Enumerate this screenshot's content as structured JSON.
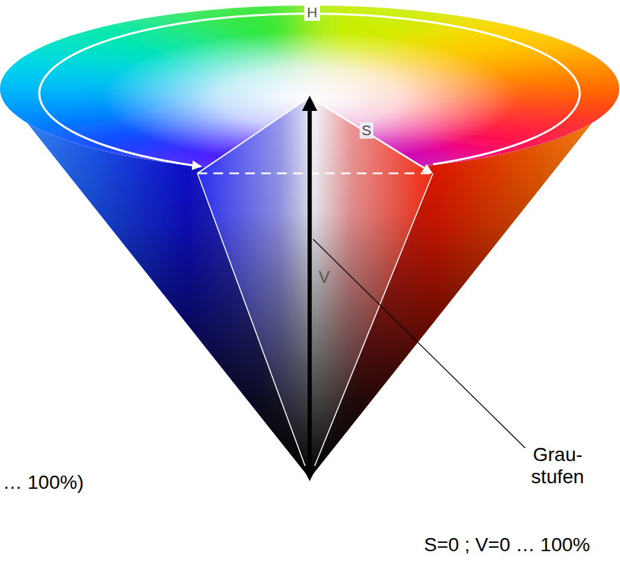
{
  "diagram": {
    "labels": [
      "H",
      "S",
      "V",
      "… 100%)",
      "Grau- stufen",
      "S=0 ; V=0 … 100%"
    ]
  }
}
